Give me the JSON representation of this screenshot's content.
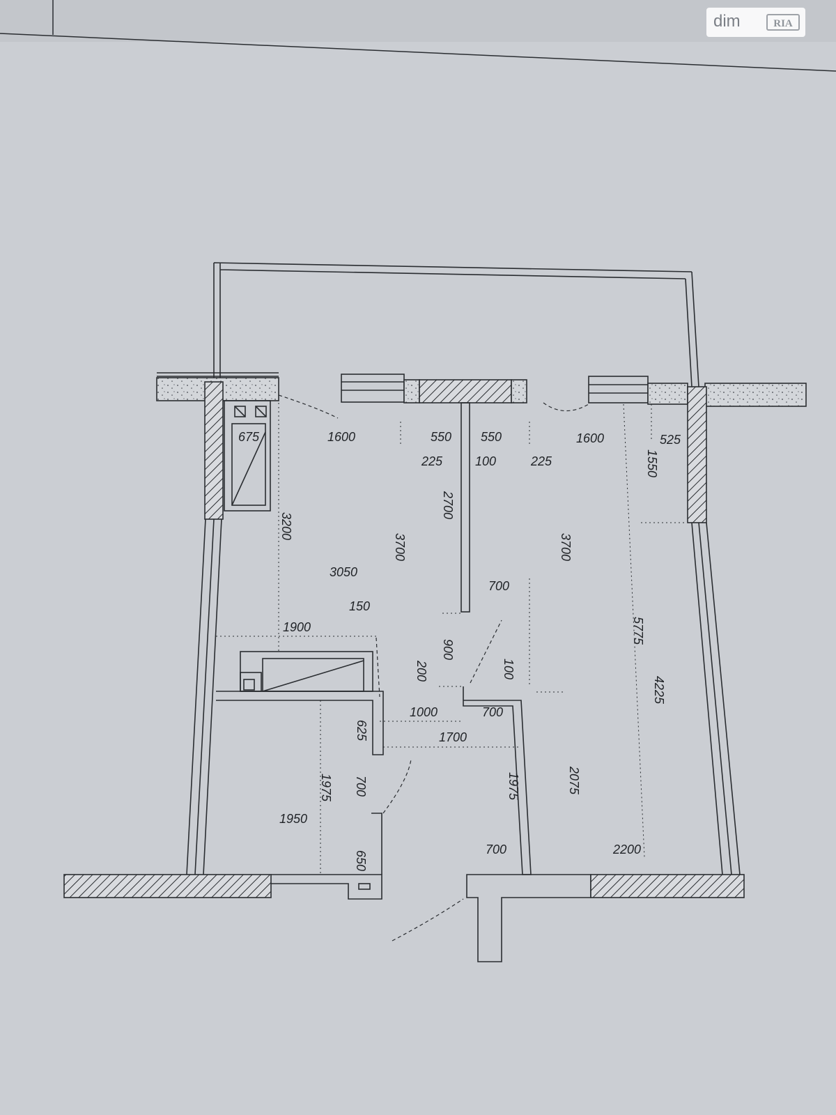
{
  "watermark": {
    "brand": "dim",
    "badge": "RIA"
  },
  "dimensions": [
    {
      "id": "d675",
      "text": "675"
    },
    {
      "id": "d1600a",
      "text": "1600"
    },
    {
      "id": "d550a",
      "text": "550"
    },
    {
      "id": "d550b",
      "text": "550"
    },
    {
      "id": "d1600b",
      "text": "1600"
    },
    {
      "id": "d525",
      "text": "525"
    },
    {
      "id": "d225a",
      "text": "225"
    },
    {
      "id": "d100a",
      "text": "100"
    },
    {
      "id": "d225b",
      "text": "225"
    },
    {
      "id": "d1550",
      "text": "1550"
    },
    {
      "id": "d2700",
      "text": "2700"
    },
    {
      "id": "d3200",
      "text": "3200"
    },
    {
      "id": "d3700a",
      "text": "3700"
    },
    {
      "id": "d3700b",
      "text": "3700"
    },
    {
      "id": "d3050",
      "text": "3050"
    },
    {
      "id": "d700a",
      "text": "700"
    },
    {
      "id": "d150",
      "text": "150"
    },
    {
      "id": "d5775",
      "text": "5775"
    },
    {
      "id": "d1900",
      "text": "1900"
    },
    {
      "id": "d900",
      "text": "900"
    },
    {
      "id": "d200",
      "text": "200"
    },
    {
      "id": "d100b",
      "text": "100"
    },
    {
      "id": "d4225",
      "text": "4225"
    },
    {
      "id": "d1000",
      "text": "1000"
    },
    {
      "id": "d700b",
      "text": "700"
    },
    {
      "id": "d625",
      "text": "625"
    },
    {
      "id": "d1700",
      "text": "1700"
    },
    {
      "id": "d1975a",
      "text": "1975"
    },
    {
      "id": "d700c",
      "text": "700"
    },
    {
      "id": "d1975b",
      "text": "1975"
    },
    {
      "id": "d2075",
      "text": "2075"
    },
    {
      "id": "d1950",
      "text": "1950"
    },
    {
      "id": "d650",
      "text": "650"
    },
    {
      "id": "d700d",
      "text": "700"
    },
    {
      "id": "d2200",
      "text": "2200"
    }
  ]
}
